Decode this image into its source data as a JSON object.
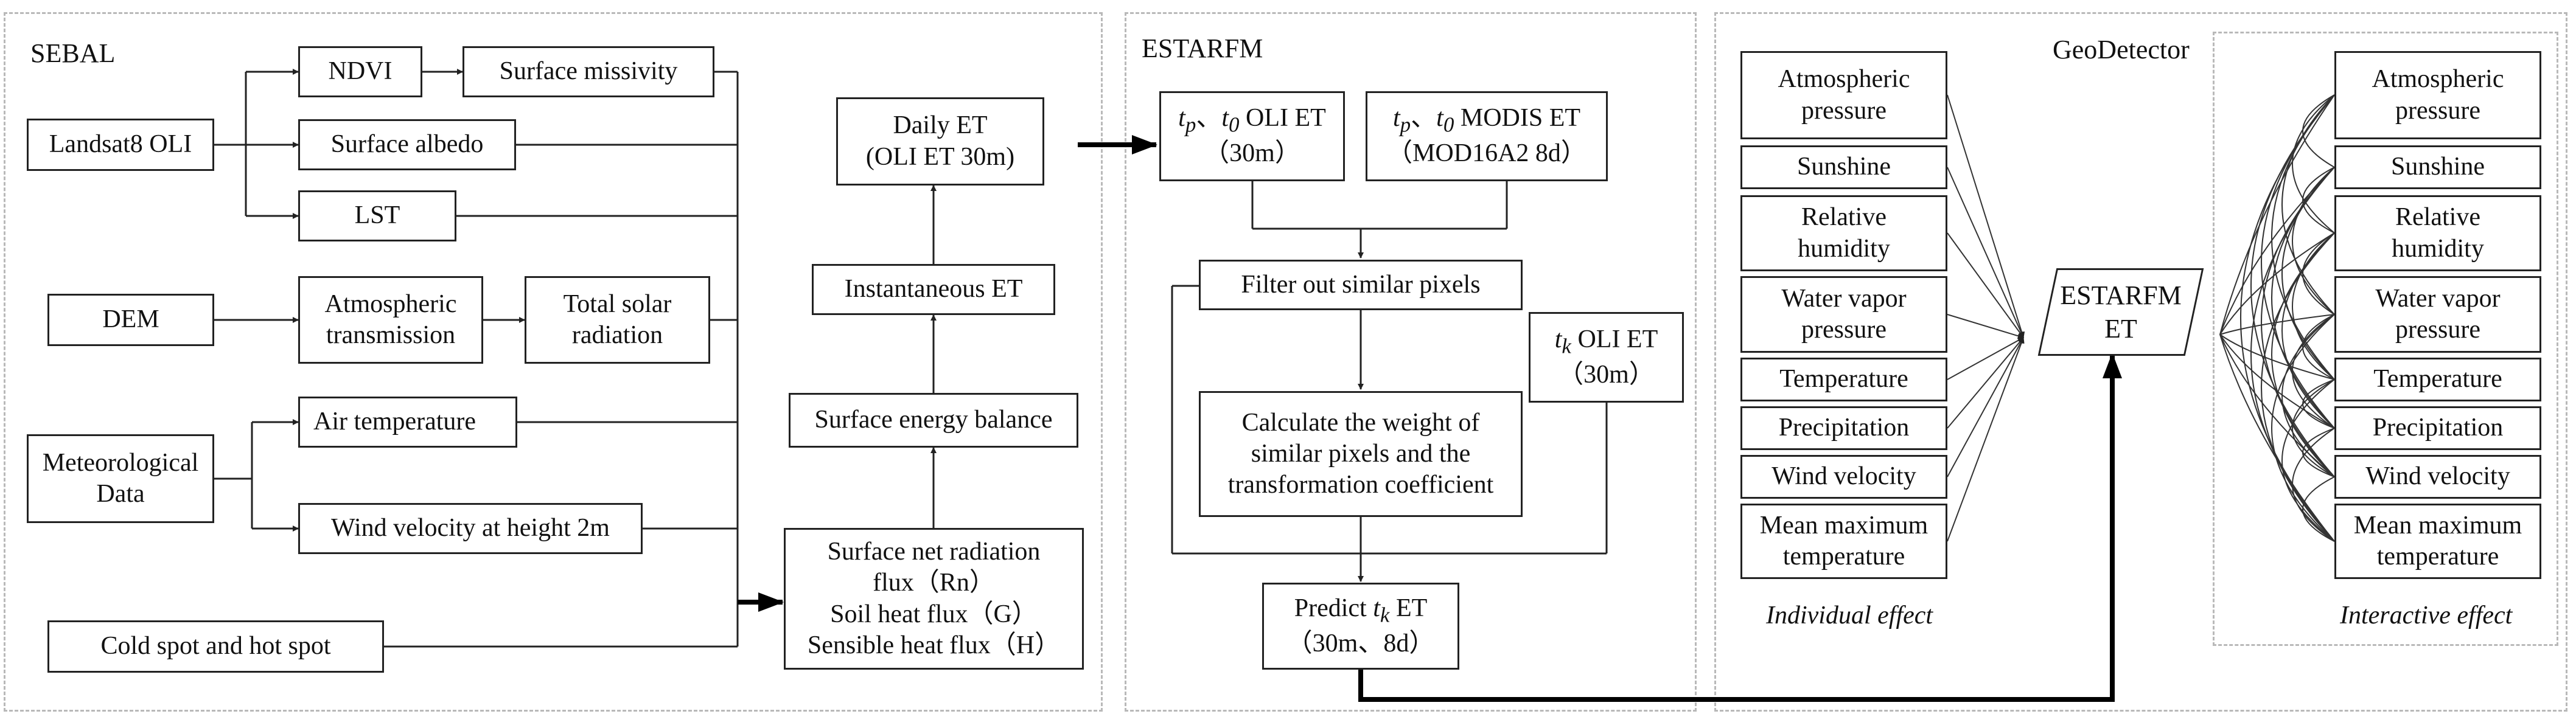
{
  "panels": {
    "sebal": {
      "title": "SEBAL",
      "landsat": "Landsat8 OLI",
      "ndvi": "NDVI",
      "emissivity": "Surface missivity",
      "albedo": "Surface albedo",
      "lst": "LST",
      "dem": "DEM",
      "atm_trans_1": "Atmospheric",
      "atm_trans_2": "transmission",
      "solar_1": "Total solar",
      "solar_2": "radiation",
      "met_1": "Meteorological",
      "met_2": "Data",
      "air_temp": "Air temperature",
      "wind": "Wind velocity at height 2m",
      "coldhot": "Cold spot and hot spot",
      "flux_1": "Surface net radiation",
      "flux_2": "flux（Rn）",
      "flux_3": "Soil heat flux（G）",
      "flux_4": "Sensible heat flux（H）",
      "energy_balance": "Surface energy balance",
      "inst_et": "Instantaneous ET",
      "daily_1": "Daily ET",
      "daily_2": "(OLI ET 30m)"
    },
    "estarfm": {
      "title": "ESTARFM",
      "oli_tp": "t",
      "oli_tp_sub": "p",
      "oli_sep": "、",
      "oli_t0": "t",
      "oli_t0_sub": "0",
      "oli_label": " OLI ET",
      "oli_res": "（30m）",
      "modis_tp": "t",
      "modis_tp_sub": "p",
      "modis_sep": "、",
      "modis_t0": "t",
      "modis_t0_sub": "0",
      "modis_label": " MODIS ET",
      "modis_res": "（MOD16A2 8d）",
      "filter": "Filter out similar pixels",
      "tk_t": "t",
      "tk_sub": "k",
      "tk_label": " OLI ET",
      "tk_res": "（30m）",
      "weight_1": "Calculate the weight of",
      "weight_2": "similar pixels and the",
      "weight_3": "transformation coefficient",
      "predict_pre": "Predict ",
      "predict_t": "t",
      "predict_sub": "k",
      "predict_post": " ET",
      "predict_res": "（30m、8d）"
    },
    "geodetector": {
      "title": "GeoDetector",
      "center_1": "ESTARFM",
      "center_2": "ET",
      "individual_caption": "Individual effect",
      "interactive_caption": "Interactive effect",
      "factors": [
        {
          "l1": "Atmospheric",
          "l2": "pressure"
        },
        {
          "l1": "Sunshine",
          "l2": ""
        },
        {
          "l1": "Relative",
          "l2": "humidity"
        },
        {
          "l1": "Water vapor",
          "l2": "pressure"
        },
        {
          "l1": "Temperature",
          "l2": ""
        },
        {
          "l1": "Precipitation",
          "l2": ""
        },
        {
          "l1": "Wind velocity",
          "l2": ""
        },
        {
          "l1": "Mean maximum",
          "l2": "temperature"
        }
      ]
    }
  }
}
